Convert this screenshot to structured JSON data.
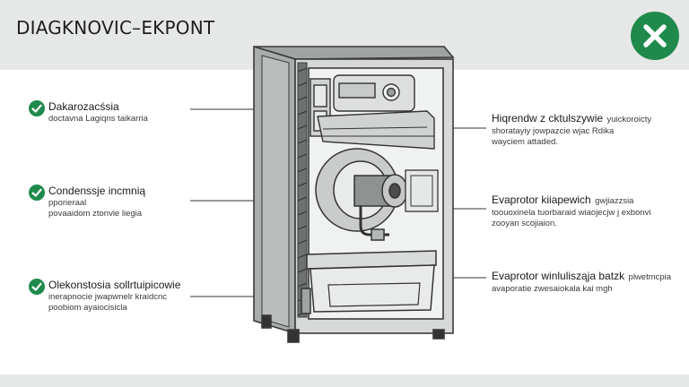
{
  "header": {
    "title": "DIAGKNOVIC–EKPONT",
    "close_icon": "close-icon"
  },
  "colors": {
    "accent": "#1f8a4c",
    "header_bg": "#e6e8e7"
  },
  "left_labels": [
    {
      "title": "Dakarozacśsia",
      "sub": [
        "doctavna Lagiqns taikarria"
      ]
    },
    {
      "title": "Condenssje incmnią",
      "sub": [
        "pporieraal",
        "povaaidom ztonvie liegia"
      ]
    },
    {
      "title": "Olekonstosia sollrtuipicowie",
      "sub": [
        "inerapnocie jwapwnelr kraidcnc",
        "poobiom ayaiocisicla"
      ]
    }
  ],
  "right_labels": [
    {
      "title": "Hiqrendw z cktulszywie",
      "inline": "yuickoroicty",
      "sub": [
        "shoratayiy jowpazcie wjac Rdika",
        "wayciem attaded."
      ]
    },
    {
      "title": "Evaprotor kiiapewich",
      "inline": "gwjiazzsia",
      "sub": [
        "toouoxinela tuorbaraid wiaojecjw j exbonvi",
        "zooyan scojiaion."
      ]
    },
    {
      "title": "Evaprotor winlulisząja batzk",
      "inline": "plwetmcpia",
      "sub": [
        "avaporatie zwesaiokala kai mgh"
      ]
    }
  ]
}
